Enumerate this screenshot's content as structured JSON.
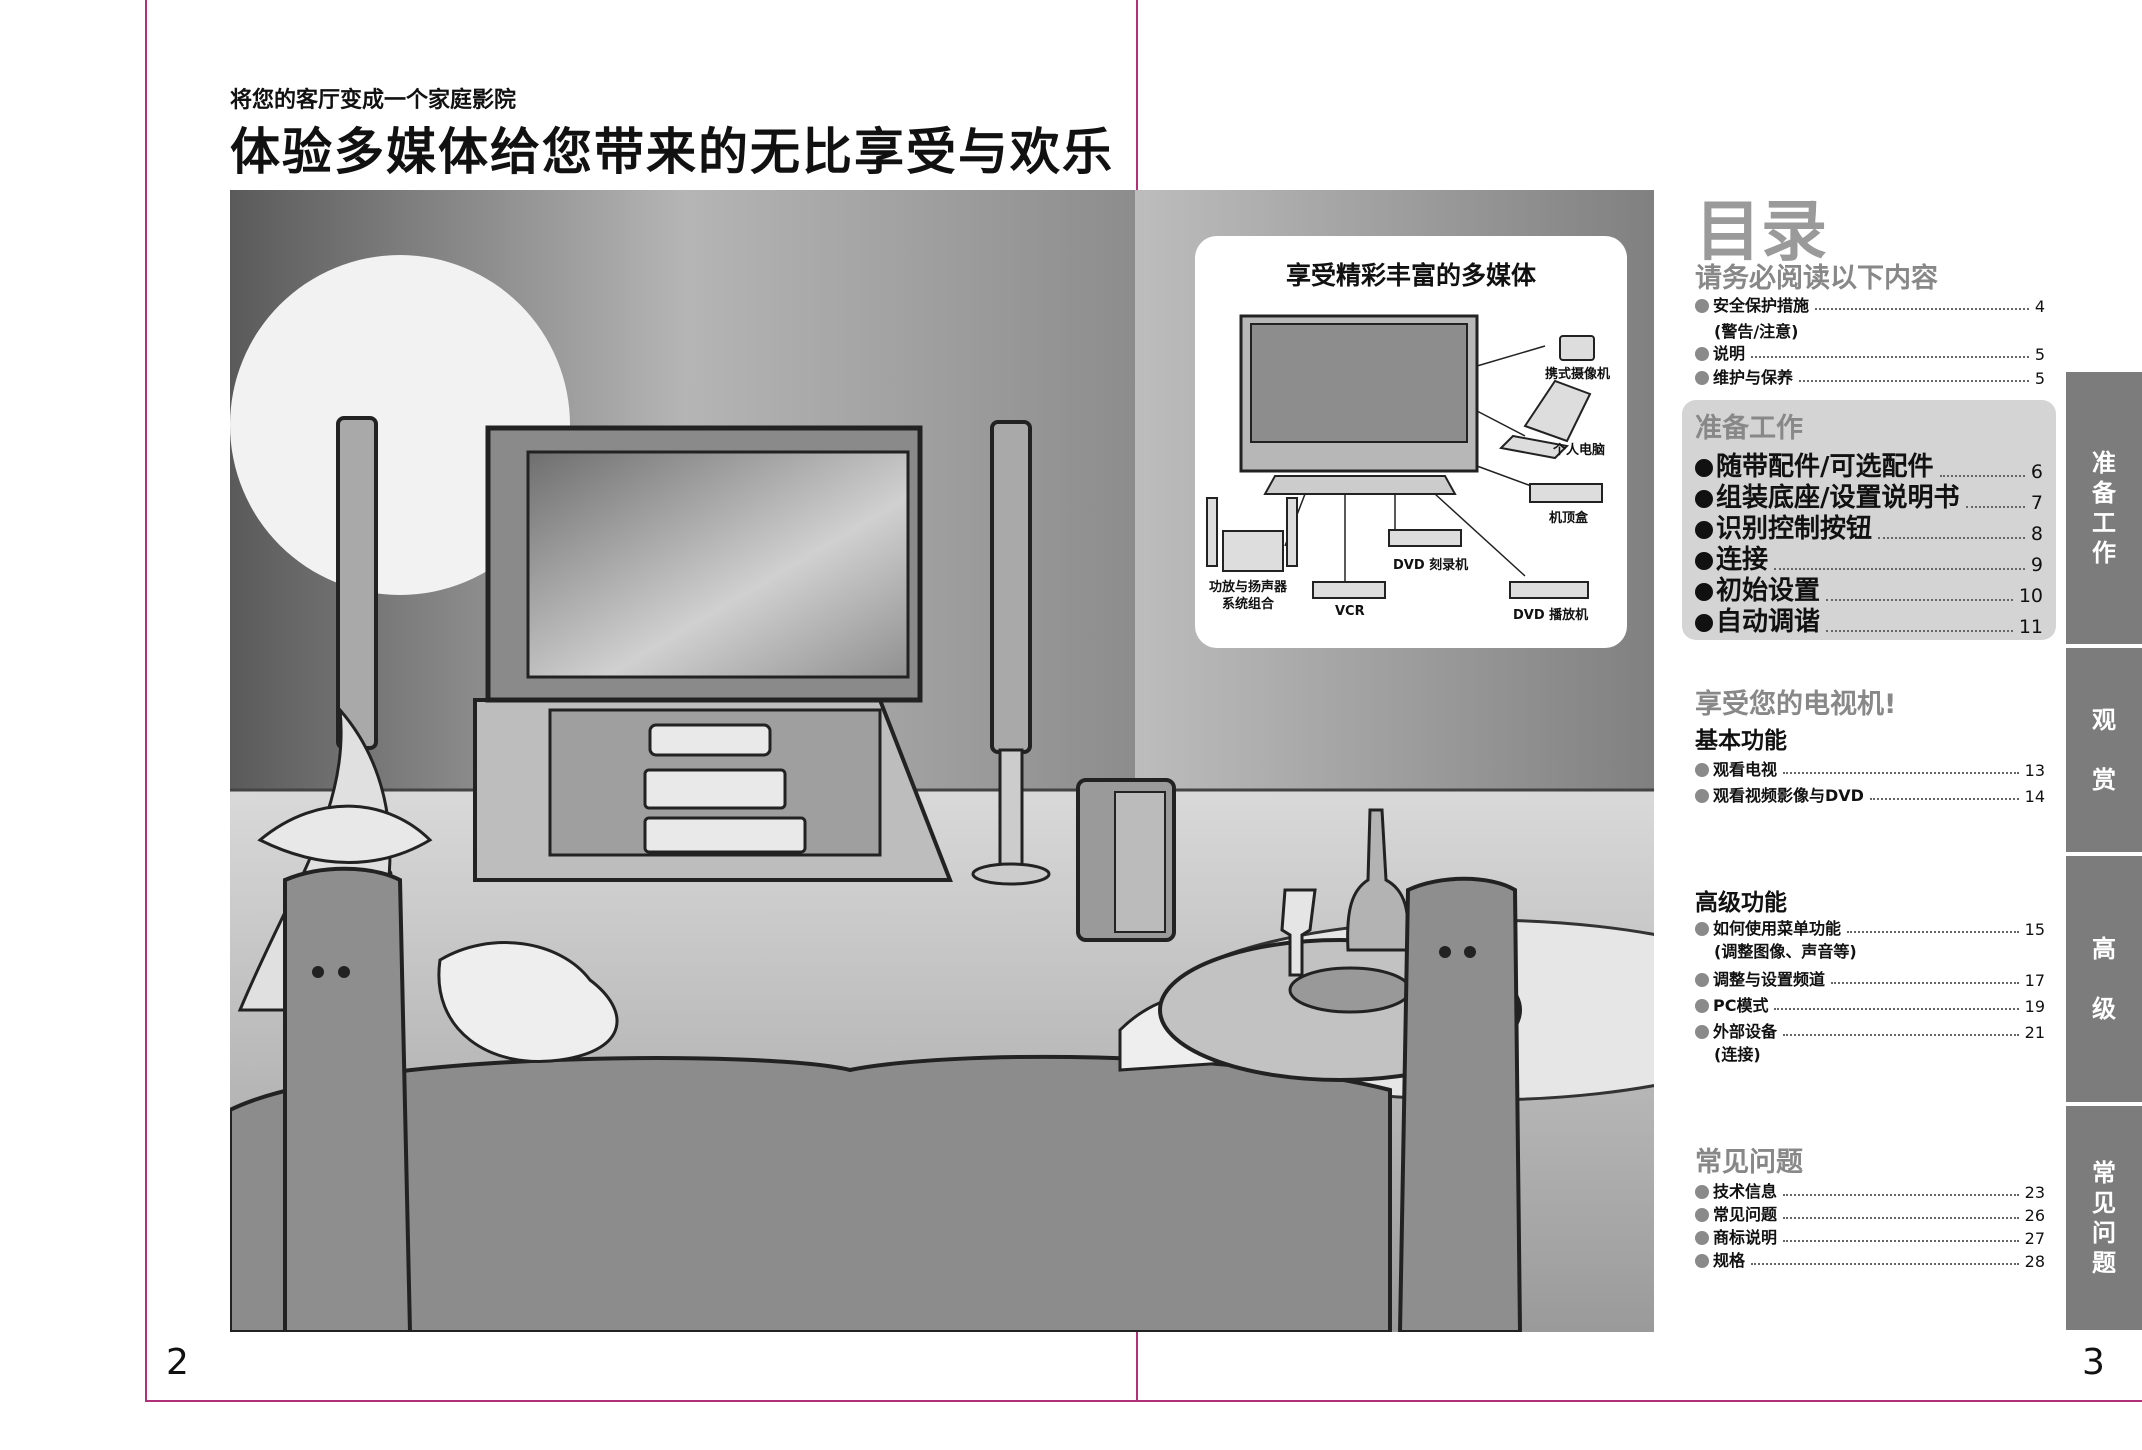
{
  "header": {
    "subtitle": "将您的客厅变成一个家庭影院",
    "title": "体验多媒体给您带来的无比享受与欢乐"
  },
  "page_numbers": {
    "left": "2",
    "right": "3"
  },
  "multimedia": {
    "title": "享受精彩丰富的多媒体",
    "devices": {
      "camcorder": "携式摄像机",
      "pc": "个人电脑",
      "settop": "机顶盒",
      "dvd_recorder": "DVD 刻录机",
      "amp_line1": "功放与扬声器",
      "amp_line2": "系统组合",
      "vcr": "VCR",
      "dvd_player": "DVD 播放机"
    }
  },
  "toc": {
    "heading": "目录",
    "must_read": {
      "title": "请务必阅读以下内容",
      "items": [
        {
          "label": "安全保护措施",
          "page": "4",
          "note": "(警告/注意)"
        },
        {
          "label": "说明",
          "page": "5"
        },
        {
          "label": "维护与保养",
          "page": "5"
        }
      ]
    },
    "preparation": {
      "title": "准备工作",
      "items": [
        {
          "label": "随带配件/可选配件",
          "page": "6"
        },
        {
          "label": "组装底座/设置说明书",
          "page": "7"
        },
        {
          "label": "识别控制按钮",
          "page": "8"
        },
        {
          "label": "连接",
          "page": "9"
        },
        {
          "label": "初始设置",
          "page": "10"
        },
        {
          "label": "自动调谐",
          "page": "11"
        }
      ]
    },
    "enjoy": {
      "title": "享受您的电视机!",
      "basic": {
        "title": "基本功能",
        "items": [
          {
            "label": "观看电视",
            "page": "13"
          },
          {
            "label": "观看视频影像与DVD",
            "page": "14"
          }
        ]
      },
      "advanced": {
        "title": "高级功能",
        "items": [
          {
            "label": "如何使用菜单功能",
            "page": "15",
            "note": "(调整图像、声音等)"
          },
          {
            "label": "调整与设置频道",
            "page": "17"
          },
          {
            "label": "PC模式",
            "page": "19"
          },
          {
            "label": "外部设备",
            "page": "21",
            "note": "(连接)"
          }
        ]
      }
    },
    "faq": {
      "title": "常见问题",
      "items": [
        {
          "label": "技术信息",
          "page": "23"
        },
        {
          "label": "常见问题",
          "page": "26"
        },
        {
          "label": "商标说明",
          "page": "27"
        },
        {
          "label": "规格",
          "page": "28"
        }
      ]
    }
  },
  "side_tabs": {
    "preparation": [
      "准",
      "备",
      "工",
      "作"
    ],
    "watch": [
      "观",
      "赏"
    ],
    "advanced": [
      "高",
      "级"
    ],
    "faq": [
      "常",
      "见",
      "问",
      "题"
    ]
  },
  "colors": {
    "trim_line": "#b0307a",
    "tab_gray": "#7c7c7c",
    "prep_box": "#d4d4d4"
  }
}
